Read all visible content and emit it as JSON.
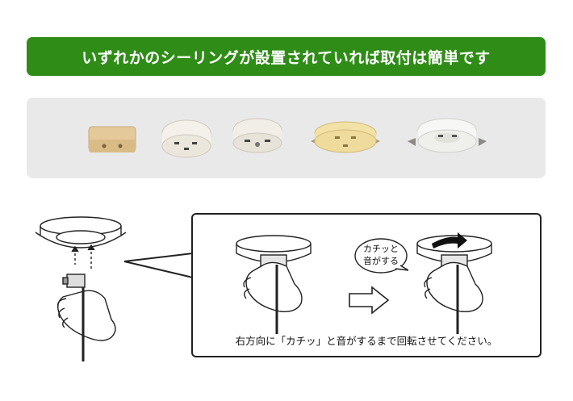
{
  "banner": {
    "title": "いずれかのシーリングが設置されていれば取付は簡単です"
  },
  "instruction": {
    "caption": "右方向に「カチッ」と音がするまで回転させてください。",
    "bubble": [
      "カチッと",
      "音がする"
    ]
  },
  "colors": {
    "banner_bg": "#2f8d17",
    "gallery_bg": "#e9e9e9"
  }
}
